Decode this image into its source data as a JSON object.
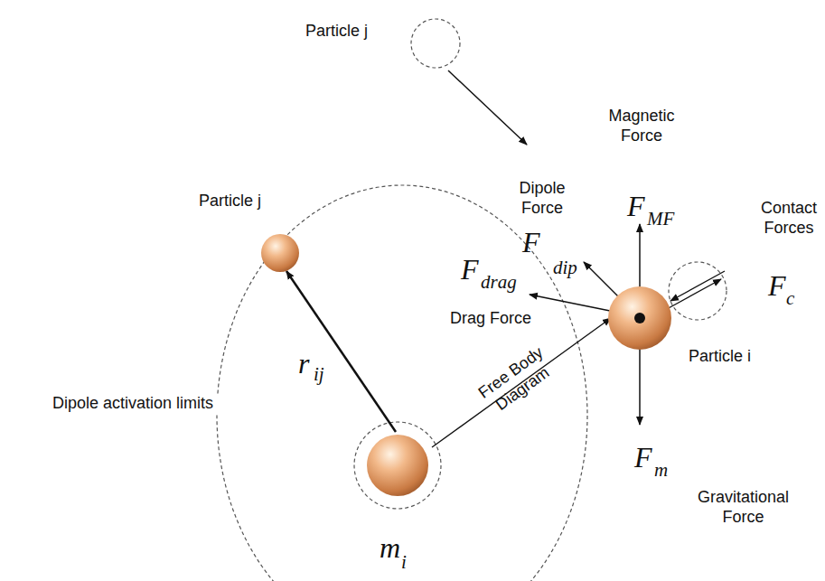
{
  "diagram": {
    "labels": [
      "Particle j",
      "Magnetic Force",
      "Dipole Force",
      "F",
      "MF",
      "Contact Forces",
      "Particle j",
      "F",
      "dip",
      "F",
      "c",
      "F",
      "drag",
      "r",
      "ij",
      "Drag Force",
      "Free Body Diagram",
      "Particle i",
      "Dipole activation limits",
      "F",
      "m",
      "Gravitational Force",
      "m",
      "i"
    ]
  }
}
